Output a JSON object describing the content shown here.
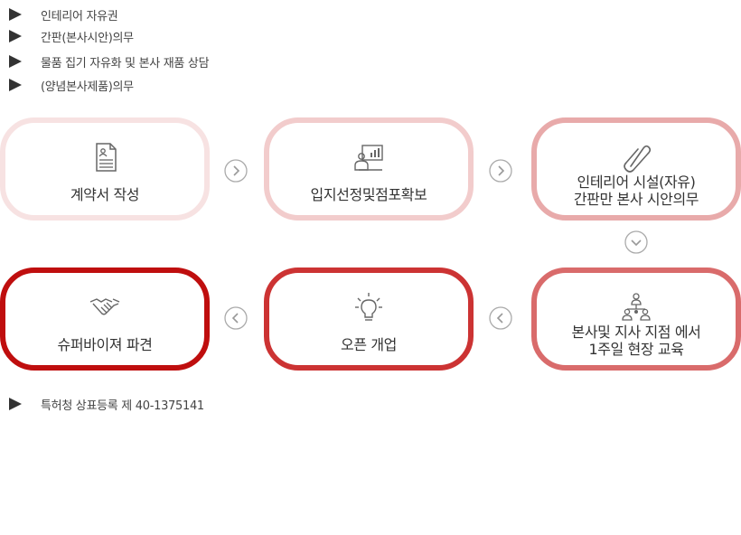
{
  "bullets": [
    "인테리어 자유권",
    "간판(본사시안)의무",
    "물품 집기 자유화 및 본사 재품 상담",
    "(양념본사제품)의무"
  ],
  "steps": [
    {
      "line1": "계약서 작성",
      "line2": "",
      "icon": "document-icon",
      "color": "#f7e2e2"
    },
    {
      "line1": "입지선정및점포확보",
      "line2": "",
      "icon": "presentation-chart-icon",
      "color": "#f2cccc"
    },
    {
      "line1": "인테리어 시설(자유)",
      "line2": "간판만 본사 시안의무",
      "icon": "paperclip-icon",
      "color": "#e8aaaa"
    },
    {
      "line1": "본사및 지사 지점 에서",
      "line2": "1주일 현장 교육",
      "icon": "organization-icon",
      "color": "#d96b6b"
    },
    {
      "line1": "오픈 개업",
      "line2": "",
      "icon": "lightbulb-icon",
      "color": "#cc3333"
    },
    {
      "line1": "슈퍼바이져 파견",
      "line2": "",
      "icon": "handshake-icon",
      "color": "#bf0e0e"
    }
  ],
  "footer_note": "특허청 상표등록 제 40-1375141"
}
